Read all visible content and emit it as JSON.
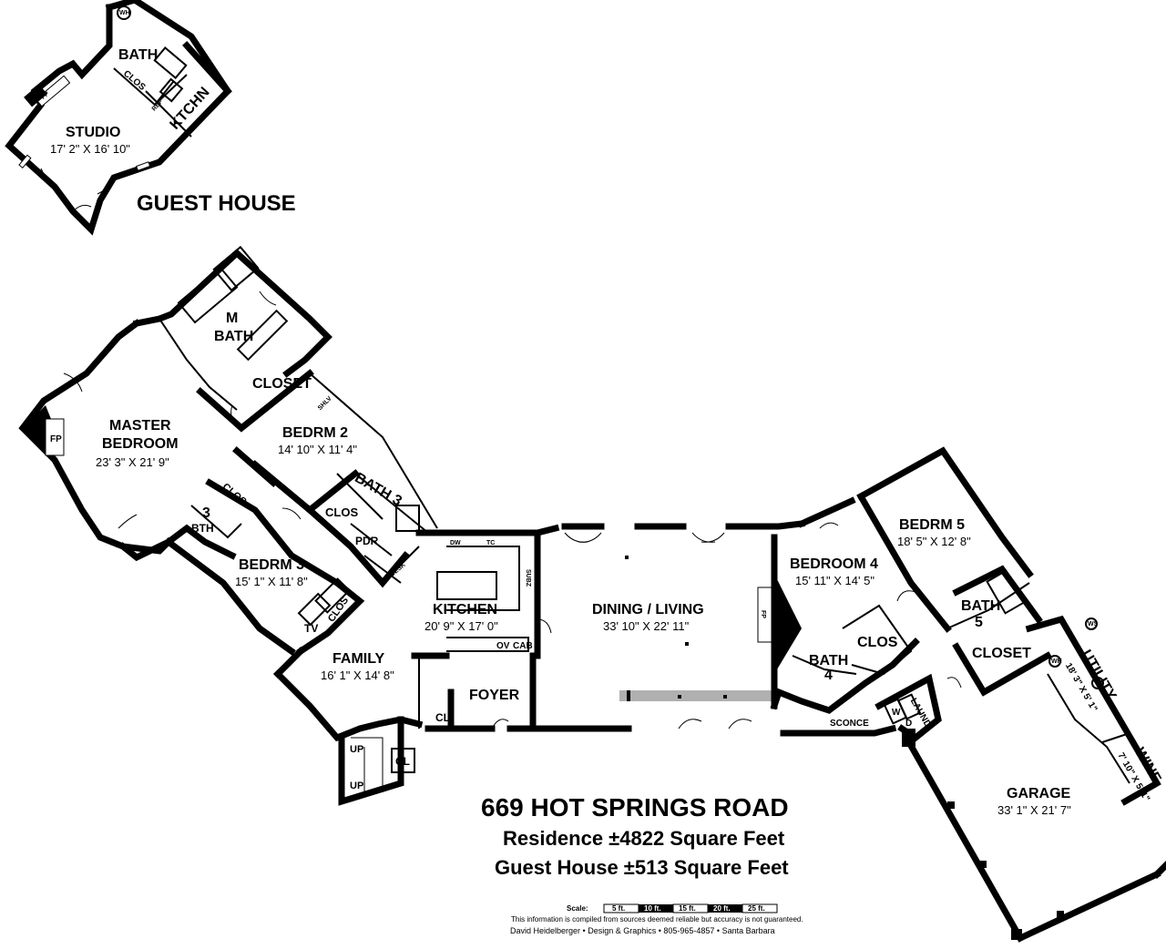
{
  "guest_house": {
    "title": "GUEST HOUSE",
    "rooms": {
      "studio": {
        "name": "STUDIO",
        "dim": "17' 2\" X 16' 10\""
      },
      "bath": {
        "name": "BATH"
      },
      "clos": {
        "name": "CLOS"
      },
      "kitchen": {
        "name": "KTCHN"
      },
      "fp": {
        "name": "FP"
      },
      "ref": {
        "name": "REF"
      },
      "wh": {
        "name": "WH"
      }
    }
  },
  "residence": {
    "rooms": {
      "m_bath": {
        "name1": "M",
        "name2": "BATH"
      },
      "closet_master": {
        "name": "CLOSET"
      },
      "master_bedroom": {
        "name1": "MASTER",
        "name2": "BEDROOM",
        "dim": "23' 3\" X 21' 9\""
      },
      "master_fp": {
        "name": "FP"
      },
      "bedrm2": {
        "name": "BEDRM 2",
        "dim": "14' 10\" X 11' 4\""
      },
      "shlv": {
        "name": "SHLV"
      },
      "bath3": {
        "name": "BATH 3"
      },
      "clos_b2": {
        "name": "CLOS"
      },
      "pdr": {
        "name": "PDR"
      },
      "desk": {
        "name": "DESK"
      },
      "bth3": {
        "name1": "3",
        "name2": "BTH"
      },
      "clos_b3": {
        "name": "CLOS"
      },
      "bedrm3": {
        "name": "BEDRM 3",
        "dim": "15' 1\" X 11' 8\""
      },
      "tv": {
        "name": "TV"
      },
      "clos_tv": {
        "name": "CLOS"
      },
      "kitchen": {
        "name": "KITCHEN",
        "dim": "20' 9\" X 17' 0\""
      },
      "dw": {
        "name": "DW"
      },
      "tc": {
        "name": "TC"
      },
      "subz": {
        "name": "SUBZ"
      },
      "ov": {
        "name": "OV"
      },
      "cab": {
        "name": "CAB"
      },
      "family": {
        "name": "FAMILY",
        "dim": "16' 1\" X 14' 8\""
      },
      "foyer": {
        "name": "FOYER"
      },
      "cl1": {
        "name": "CL"
      },
      "cl2": {
        "name": "CL"
      },
      "up1": {
        "name": "UP"
      },
      "up2": {
        "name": "UP"
      },
      "dining_living": {
        "name": "DINING / LIVING",
        "dim": "33' 10\" X 22' 11\""
      },
      "living_fp": {
        "name": "FP"
      },
      "bedroom4": {
        "name": "BEDROOM 4",
        "dim": "15' 11\" X 14' 5\""
      },
      "clos_b4": {
        "name": "CLOS"
      },
      "bath4": {
        "name1": "BATH",
        "name2": "4"
      },
      "bedrm5": {
        "name": "BEDRM 5",
        "dim": "18' 5\" X 12' 8\""
      },
      "bath5": {
        "name1": "BATH",
        "name2": "5"
      },
      "closet_b5": {
        "name": "CLOSET"
      },
      "utility": {
        "name": "UTILITY",
        "dim": "18' 3\" X 5' 1\""
      },
      "wine": {
        "name": "WINE",
        "dim": "7' 10\" X 5' 1\""
      },
      "laund": {
        "name": "LAUND"
      },
      "w": {
        "name": "W"
      },
      "d": {
        "name": "D"
      },
      "sconce": {
        "name": "SCONCE"
      },
      "garage": {
        "name": "GARAGE",
        "dim": "33' 1\" X 21' 7\""
      },
      "wh": {
        "name": "WH"
      },
      "ws": {
        "name": "WS"
      }
    }
  },
  "title_block": {
    "address": "669 HOT SPRINGS ROAD",
    "residence_area": "Residence ±4822 Square Feet",
    "guest_house_area": "Guest House ±513 Square Feet",
    "scale_label": "Scale:",
    "scale_steps": [
      "5 ft.",
      "10 ft.",
      "15 ft.",
      "20 ft.",
      "25 ft."
    ],
    "disclaimer": "This information is compiled from sources deemed reliable but accuracy is not guaranteed.",
    "credit": "David Heidelberger • Design & Graphics • 805-965-4857 • Santa Barbara"
  }
}
